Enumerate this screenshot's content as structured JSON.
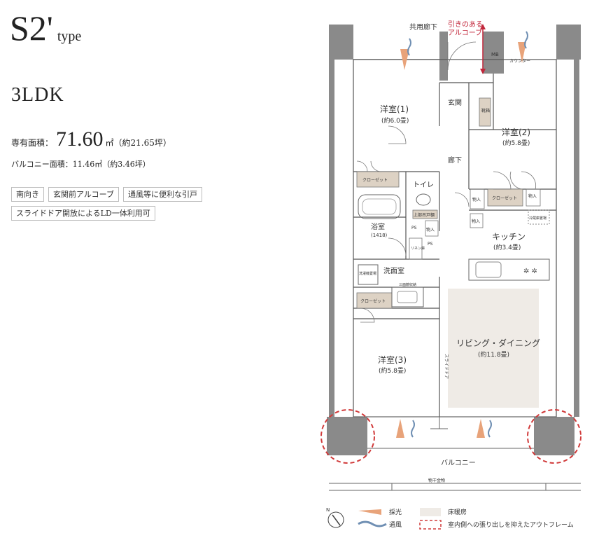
{
  "unit": {
    "code": "S2'",
    "suffix": "type",
    "layout": "3LDK",
    "private_area_label": "専有面積：",
    "private_area_value": "71.60",
    "private_area_unit": "㎡",
    "private_area_tsubo": "（約21.65坪）",
    "balcony_area": "バルコニー面積：11.46㎡（約3.46坪）"
  },
  "features": [
    "南向き",
    "玄関前アルコーブ",
    "通風等に便利な引戸",
    "スライドドア開放によるLD一体利用可"
  ],
  "plan": {
    "corridor": "共用廊下",
    "alcove": "引きのある\nアルコーブ",
    "mb": "MB",
    "counter": "カウンター",
    "entrance": "玄関",
    "shoe": "靴箱",
    "hall": "廊下",
    "room1": "洋室(1)",
    "room1_size": "(約6.0畳)",
    "room2": "洋室(2)",
    "room2_size": "(約5.8畳)",
    "room3": "洋室(3)",
    "room3_size": "(約5.8畳)",
    "closet": "クローゼット",
    "storage": "物入",
    "toilet": "トイレ",
    "toilet_sub": "上部吊戸棚",
    "bath": "浴室",
    "bath_size": "(1418)",
    "ps": "PS",
    "linen": "リネン庫",
    "washroom": "洗面室",
    "washer": "洗濯機置場",
    "vanity": "三面鏡収納",
    "kitchen": "キッチン",
    "kitchen_size": "(約3.4畳)",
    "fridge": "冷蔵庫置場",
    "living": "リビング・ダイニング",
    "living_size": "(約11.8畳)",
    "slide_door": "スライドドア",
    "balcony": "バルコニー",
    "clothes": "物干金物"
  },
  "legend": {
    "light": "採光",
    "floor_heating": "床暖房",
    "wind": "通風",
    "frame": "室内側への張り出しを抑えたアウトフレーム"
  },
  "colors": {
    "wall": "#8a8a8a",
    "floor_heating": "#efebe6",
    "closet": "#ddd2c4",
    "light_arrow": "#e8a37a",
    "wind": "#6f8fb3",
    "frame_dash": "#d13a3a",
    "alcove_text": "#c2273b"
  }
}
